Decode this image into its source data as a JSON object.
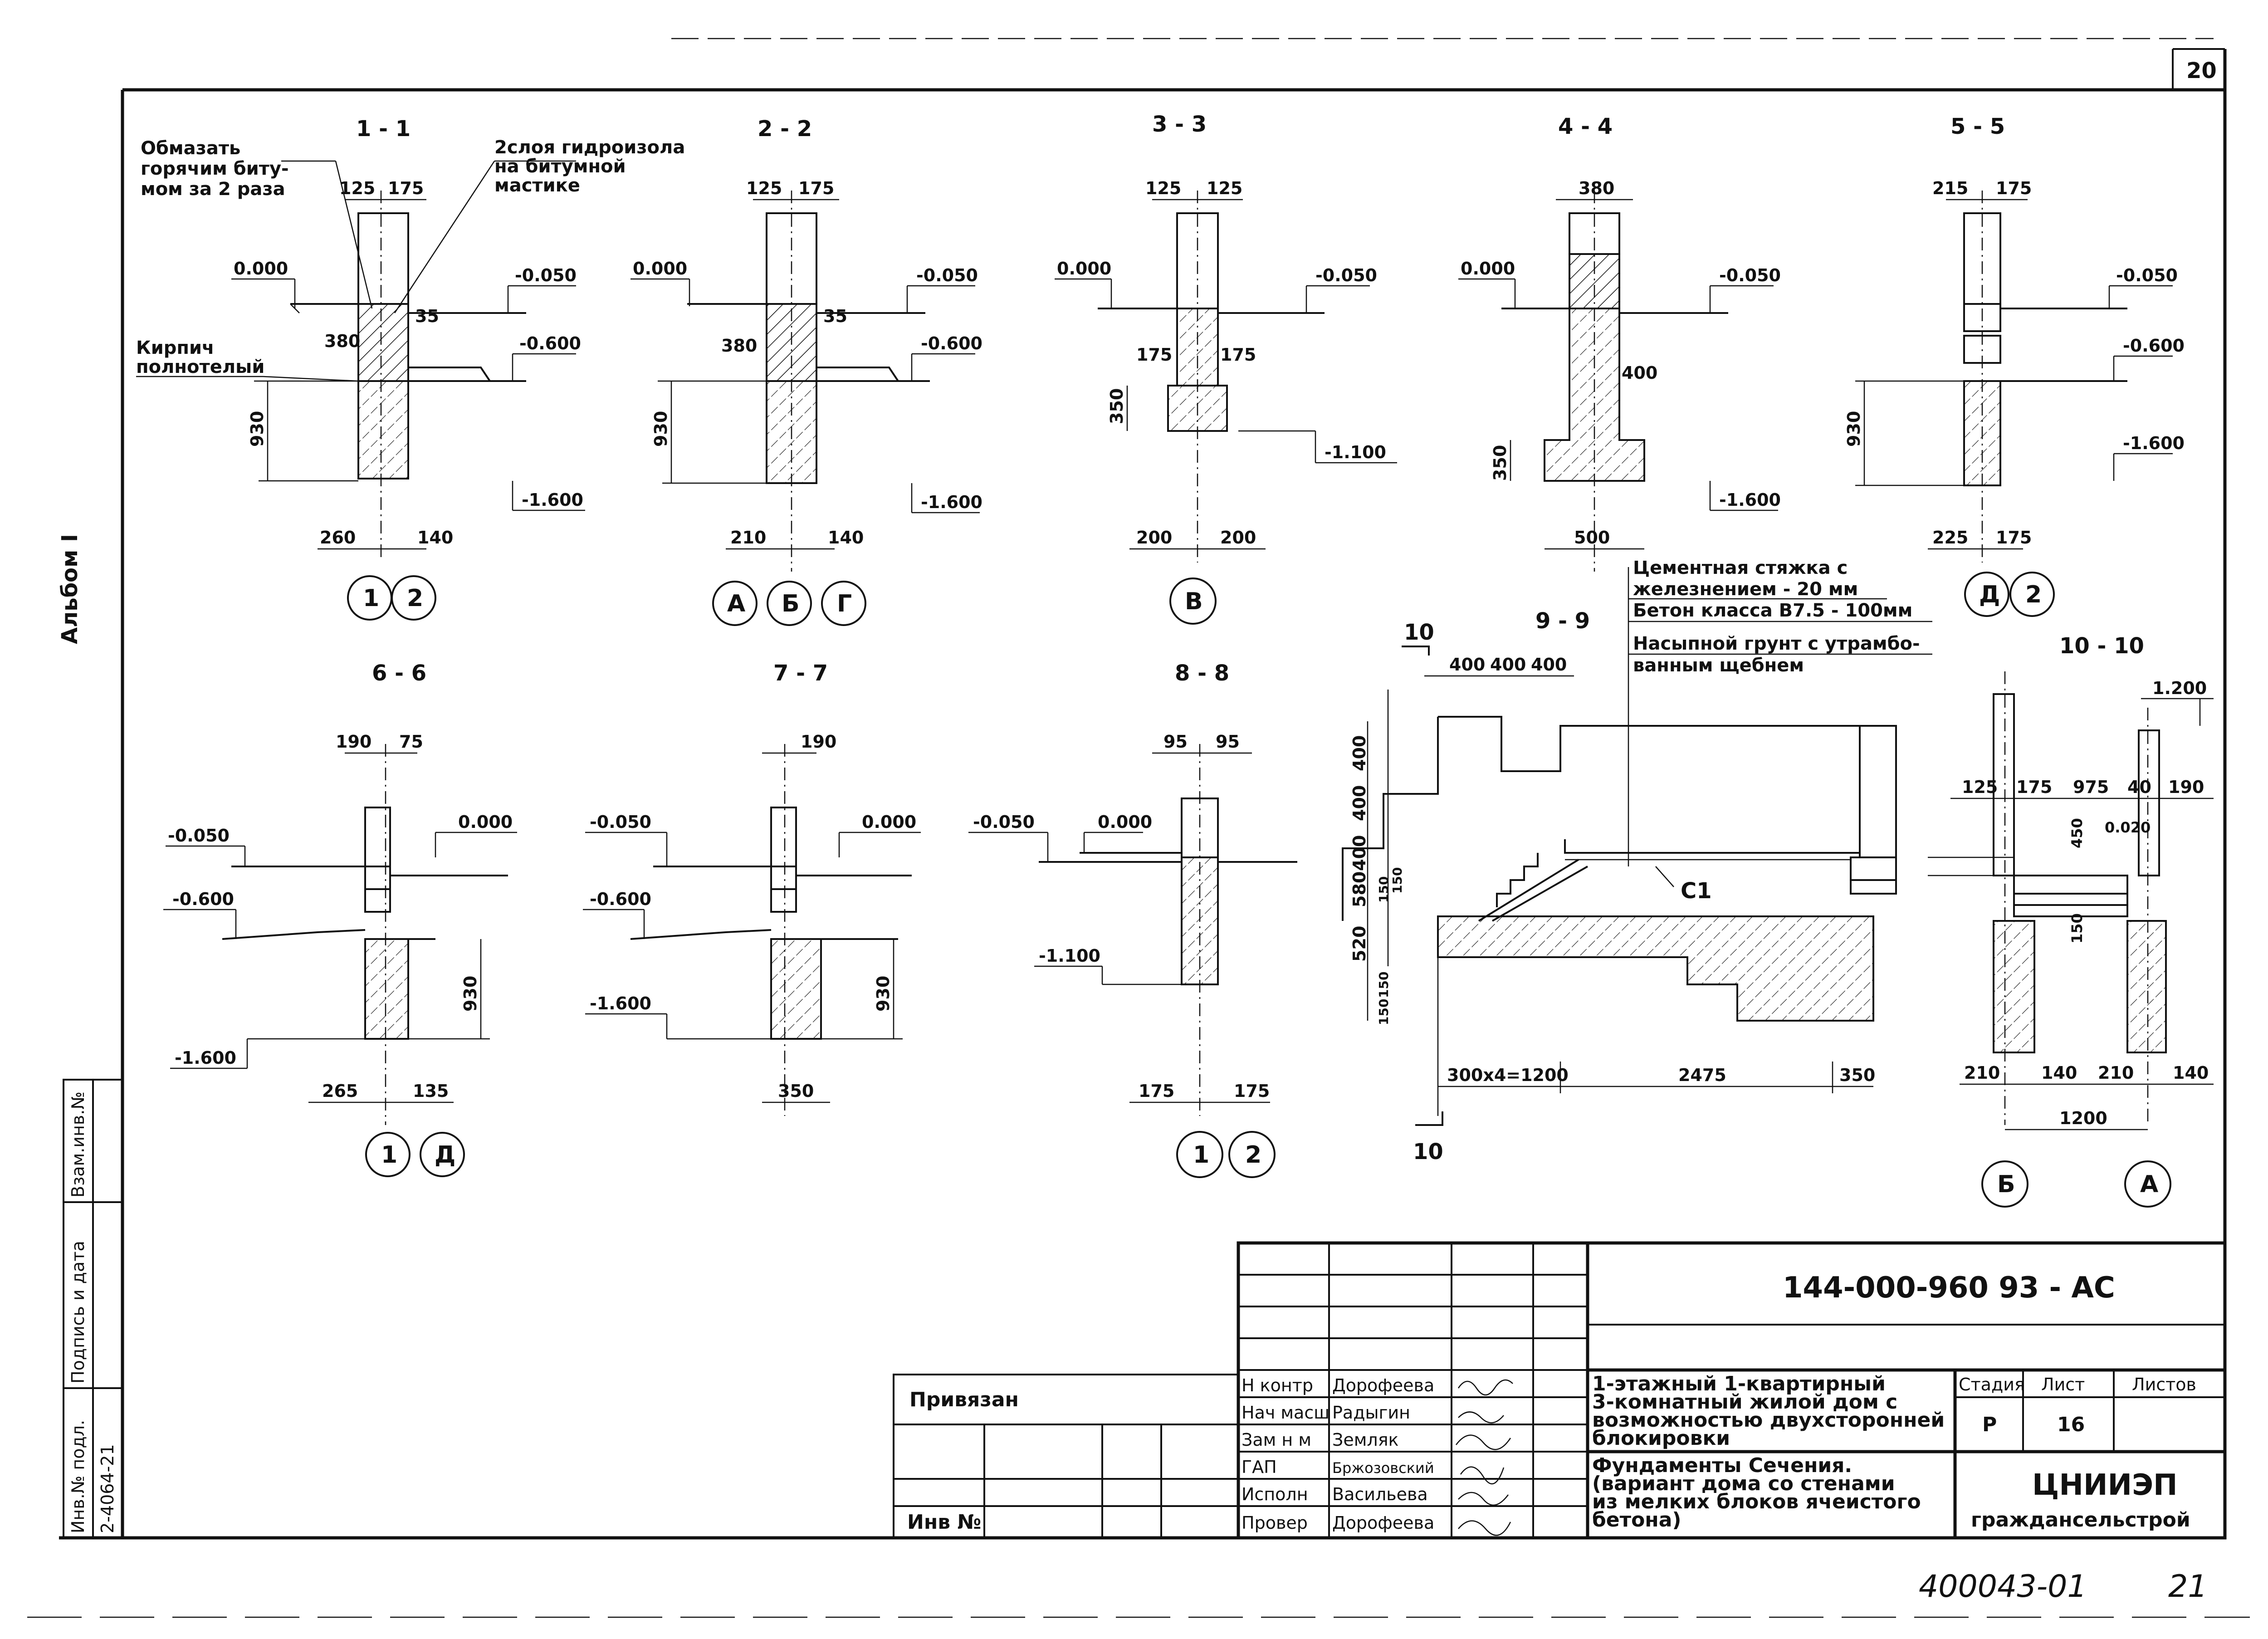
{
  "sheet": {
    "page_number": "20",
    "album": "Альбом I",
    "footer_code": "400043-01",
    "footer_page": "21",
    "stamp_code": "144-000-960 93  - АС"
  },
  "sections": {
    "s1": {
      "title": "1 - 1",
      "note_left": [
        "Обмазать",
        "горячим биту-",
        "мом за 2 раза"
      ],
      "note_right": [
        "2слоя гидроизола",
        "на битумной",
        "мастике"
      ],
      "brick": [
        "Кирпич",
        "полнотелый"
      ],
      "d_top": [
        "125",
        "175"
      ],
      "d_bot": [
        "260",
        "140"
      ],
      "lv_0": "0.000",
      "lv_050": "-0.050",
      "lv_600": "-0.600",
      "lv_1600": "-1.600",
      "h930": "930",
      "d380": "380",
      "d35": "35",
      "axes": [
        "1",
        "2"
      ]
    },
    "s2": {
      "title": "2 - 2",
      "d_top": [
        "125",
        "175"
      ],
      "d_bot": [
        "210",
        "140"
      ],
      "lv_0": "0.000",
      "lv_050": "-0.050",
      "lv_600": "-0.600",
      "lv_1600": "-1.600",
      "h930": "930",
      "d380": "380",
      "d35": "35",
      "axes": [
        "А",
        "Б",
        "Г"
      ]
    },
    "s3": {
      "title": "3 - 3",
      "d_top": [
        "125",
        "125"
      ],
      "d_mid": [
        "175",
        "175"
      ],
      "d_bot": [
        "200",
        "200"
      ],
      "lv_0": "0.000",
      "lv_050": "-0.050",
      "lv_1100": "-1.100",
      "h350": "350",
      "axes": [
        "В"
      ]
    },
    "s4": {
      "title": "4 - 4",
      "d_top": "380",
      "d400": "400",
      "d_bot": "500",
      "lv_0": "0.000",
      "lv_050": "-0.050",
      "lv_1600": "-1.600",
      "h350": "350"
    },
    "s5": {
      "title": "5 - 5",
      "d_top": [
        "215",
        "175"
      ],
      "d_bot": [
        "225",
        "175"
      ],
      "lv_050": "-0.050",
      "lv_600": "-0.600",
      "lv_1600": "-1.600",
      "h930": "930",
      "axes": [
        "Д",
        "2"
      ]
    },
    "s6": {
      "title": "6 - 6",
      "d_top": [
        "190",
        "75"
      ],
      "d_bot": [
        "265",
        "135"
      ],
      "lv_050": "-0.050",
      "lv_600": "-0.600",
      "lv_0": "0.000",
      "lv_1600": "-1.600",
      "h930": "930",
      "axes": [
        "1",
        "Д"
      ]
    },
    "s7": {
      "title": "7 - 7",
      "d_top": "190",
      "d_bot": "350",
      "lv_050": "-0.050",
      "lv_600": "-0.600",
      "lv_0": "0.000",
      "lv_1600": "-1.600",
      "h930": "930"
    },
    "s8": {
      "title": "8 - 8",
      "d_top": [
        "95",
        "95"
      ],
      "d_bot": [
        "175",
        "175"
      ],
      "lv_050": "-0.050",
      "lv_0": "0.000",
      "lv_1100": "-1.100",
      "axes": [
        "1",
        "2"
      ]
    },
    "s9": {
      "title": "9 - 9",
      "cut": "10",
      "notes": [
        "Цементная стяжка с",
        "железнением - 20 мм",
        "Бетон класса В7.5 - 100мм",
        "Насыпной грунт с утрамбо-",
        "ванным щебнем"
      ],
      "d_top": [
        "400",
        "400",
        "400"
      ],
      "d_left": [
        "400",
        "400",
        "400",
        "580",
        "520",
        "150",
        "150",
        "150",
        "150"
      ],
      "d_bot": [
        "300х4=1200",
        "2475",
        "350"
      ],
      "mark": "С1"
    },
    "s10": {
      "title": "10 - 10",
      "lv_1200": "1.200",
      "lv_020": "0.020",
      "d_top": [
        "125",
        "175",
        "975",
        "40",
        "190"
      ],
      "d_bot": [
        "210",
        "140",
        "210",
        "140"
      ],
      "d1200": "1200",
      "d450": "450",
      "d150": "150",
      "axes": [
        "Б",
        "А"
      ]
    }
  },
  "left_strip": {
    "inv_pod": "Инв.№ подл.",
    "podpis": "Подпись и дата",
    "vzam": "Взам.инв.№",
    "inv_value": "2-4064-21"
  },
  "title_block": {
    "privyazan": "Привязан",
    "inv_no": "Инв №",
    "roles": [
      "Н контр",
      "Нач масш",
      "Зам н м",
      "ГАП",
      "Исполн",
      "Провер"
    ],
    "names": [
      "Дорофеева",
      "Радыгин",
      "Земляк",
      "Бржозовский",
      "Васильева",
      "Дорофеева"
    ],
    "project_title": [
      "1-этажный 1-квартирный",
      "3-комнатный жилой дом с",
      "возможностью двухсторонней",
      "блокировки"
    ],
    "sheet_title": [
      "Фундаменты Сечения.",
      "(вариант дома со стенами",
      "из мелких блоков ячеистого",
      "бетона)"
    ],
    "stage_label": "Стадия",
    "sheet_label": "Лист",
    "sheets_label": "Листов",
    "stage": "Р",
    "sheet_no": "16",
    "org": [
      "ЦНИИЭП",
      "гражданcельстрой"
    ]
  }
}
